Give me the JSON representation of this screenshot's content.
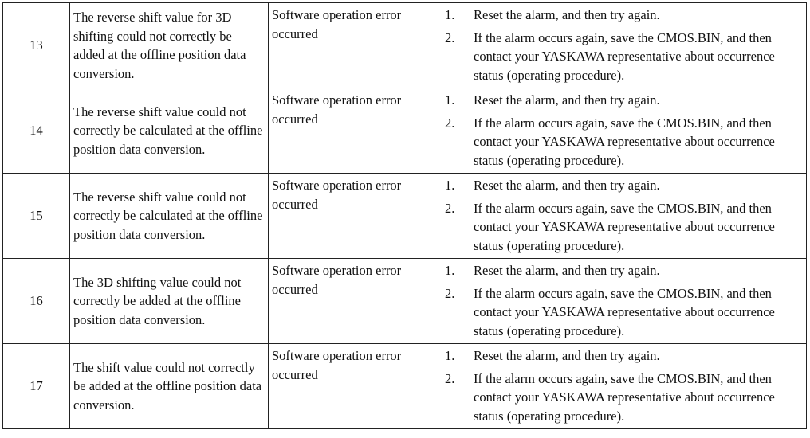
{
  "rows": [
    {
      "number": "13",
      "cause": "The reverse shift value for 3D shifting could not correctly be added at the offline position data conversion.",
      "content": "Software operation error occurred",
      "steps": [
        {
          "num": "1.",
          "text": "Reset the alarm, and then try again."
        },
        {
          "num": "2.",
          "text": "If the alarm occurs again, save the CMOS.BIN, and then contact your YASKAWA representative about occurrence status (operating procedure)."
        }
      ]
    },
    {
      "number": "14",
      "cause": "The reverse shift value could not correctly be calculated at the offline position data conversion.",
      "content": "Software operation error occurred",
      "steps": [
        {
          "num": "1.",
          "text": "Reset the alarm, and then try again."
        },
        {
          "num": "2.",
          "text": "If the alarm occurs again, save the CMOS.BIN, and then contact your YASKAWA representative about occurrence status (operating procedure)."
        }
      ]
    },
    {
      "number": "15",
      "cause": "The reverse shift value could not correctly be calculated at the offline position data conversion.",
      "content": "Software operation error occurred",
      "steps": [
        {
          "num": "1.",
          "text": "Reset the alarm, and then try again."
        },
        {
          "num": "2.",
          "text": "If the alarm occurs again, save the CMOS.BIN, and then contact your YASKAWA representative about occurrence status (operating procedure)."
        }
      ]
    },
    {
      "number": "16",
      "cause": "The 3D shifting value could not correctly be added at the offline position data conversion.",
      "content": "Software operation error occurred",
      "steps": [
        {
          "num": "1.",
          "text": "Reset the alarm, and then try again."
        },
        {
          "num": "2.",
          "text": "If the alarm occurs again, save the CMOS.BIN, and then contact your YASKAWA representative about occurrence status (operating procedure)."
        }
      ]
    },
    {
      "number": "17",
      "cause": "The shift value could not correctly be added at the offline position data conversion.",
      "content": "Software operation error occurred",
      "steps": [
        {
          "num": "1.",
          "text": "Reset the alarm, and then try again."
        },
        {
          "num": "2.",
          "text": "If the alarm occurs again, save the CMOS.BIN, and then contact your YASKAWA representative about occurrence status (operating procedure)."
        }
      ]
    }
  ]
}
